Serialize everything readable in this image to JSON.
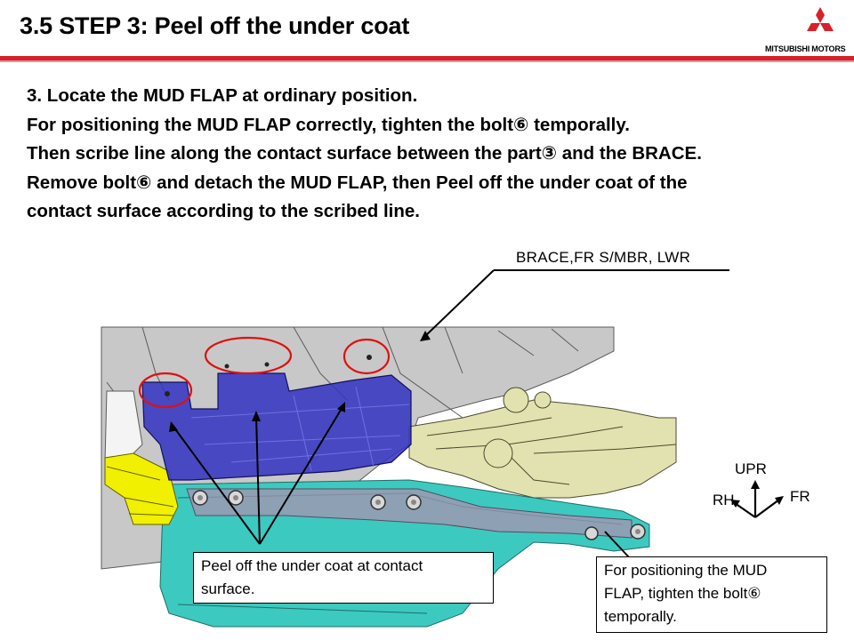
{
  "header": {
    "title": "3.5 STEP 3: Peel off the under coat",
    "brand": "MITSUBISHI MOTORS",
    "logo": "mitsubishi-three-diamonds",
    "accent_color": "#d8202a"
  },
  "instructions": {
    "lines": [
      "3. Locate the MUD FLAP at ordinary position.",
      "For positioning the MUD FLAP correctly, tighten the bolt⑥  temporally.",
      "Then scribe line along the contact surface between the part③ and the BRACE.",
      "Remove bolt⑥  and detach the MUD FLAP, then Peel off the under coat of the",
      "contact surface according to the scribed line."
    ]
  },
  "diagram": {
    "brace_label": "BRACE,FR S/MBR, LWR",
    "callout_peel": [
      "Peel off the under coat at contact",
      "surface."
    ],
    "callout_bolt": [
      "For positioning the  MUD",
      "FLAP, tighten the bolt⑥",
      "temporally."
    ],
    "axes": {
      "up": "UPR",
      "left": "RH",
      "right": "FR"
    },
    "colors": {
      "mud_flap": "#3535c0",
      "lower_part": "#3cc9c0",
      "brace": "#c8c8c8",
      "bracket": "#f0f000",
      "arm": "#e2e2b0",
      "highlight_circle": "#e01010"
    }
  }
}
